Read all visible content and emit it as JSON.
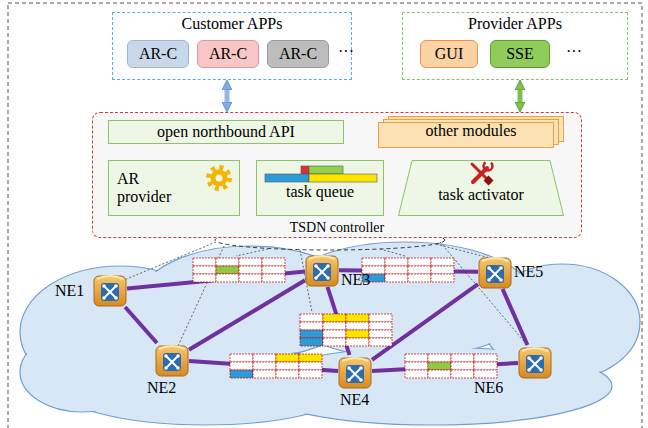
{
  "diagram": {
    "nodes": [
      {
        "text": [
          "Customer APPs"
        ]
      },
      {
        "text": [
          "AR-C"
        ],
        "in": 0
      },
      {
        "text": [
          "AR-C"
        ],
        "in": 0
      },
      {
        "text": [
          "AR-C"
        ],
        "in": 0
      },
      {
        "text": [
          "Provider APPs"
        ]
      },
      {
        "text": [
          "GUI"
        ],
        "in": 4
      },
      {
        "text": [
          "SSE"
        ],
        "in": 4
      },
      {
        "text": [
          "TSDN controller"
        ]
      },
      {
        "text": [
          "open northbound API"
        ],
        "in": 7
      },
      {
        "text": [
          "other modules"
        ],
        "in": 7
      },
      {
        "text": [
          "AR provider"
        ],
        "in": 7
      },
      {
        "text": [
          "task queue"
        ],
        "in": 7
      },
      {
        "text": [
          "task activator"
        ],
        "in": 7
      },
      {
        "text": [
          "NE1"
        ]
      },
      {
        "text": [
          "NE2"
        ]
      },
      {
        "text": [
          "NE3"
        ]
      },
      {
        "text": [
          "NE4"
        ]
      },
      {
        "text": [
          "NE5"
        ]
      },
      {
        "text": [
          "NE6"
        ]
      }
    ],
    "edges": [
      {
        "from": 0,
        "to": 7,
        "arrow": "both"
      },
      {
        "from": 4,
        "to": 7,
        "arrow": "both"
      },
      {
        "from": 13,
        "to": 15,
        "arrow": "none"
      },
      {
        "from": 13,
        "to": 14,
        "arrow": "none"
      },
      {
        "from": 14,
        "to": 15,
        "arrow": "none"
      },
      {
        "from": 14,
        "to": 16,
        "arrow": "none"
      },
      {
        "from": 15,
        "to": 16,
        "arrow": "none"
      },
      {
        "from": 15,
        "to": 17,
        "arrow": "none"
      },
      {
        "from": 16,
        "to": 17,
        "arrow": "none"
      },
      {
        "from": 16,
        "to": 18,
        "arrow": "none"
      },
      {
        "from": 17,
        "to": 18,
        "arrow": "none"
      }
    ],
    "labels": [
      "···",
      "···"
    ]
  }
}
